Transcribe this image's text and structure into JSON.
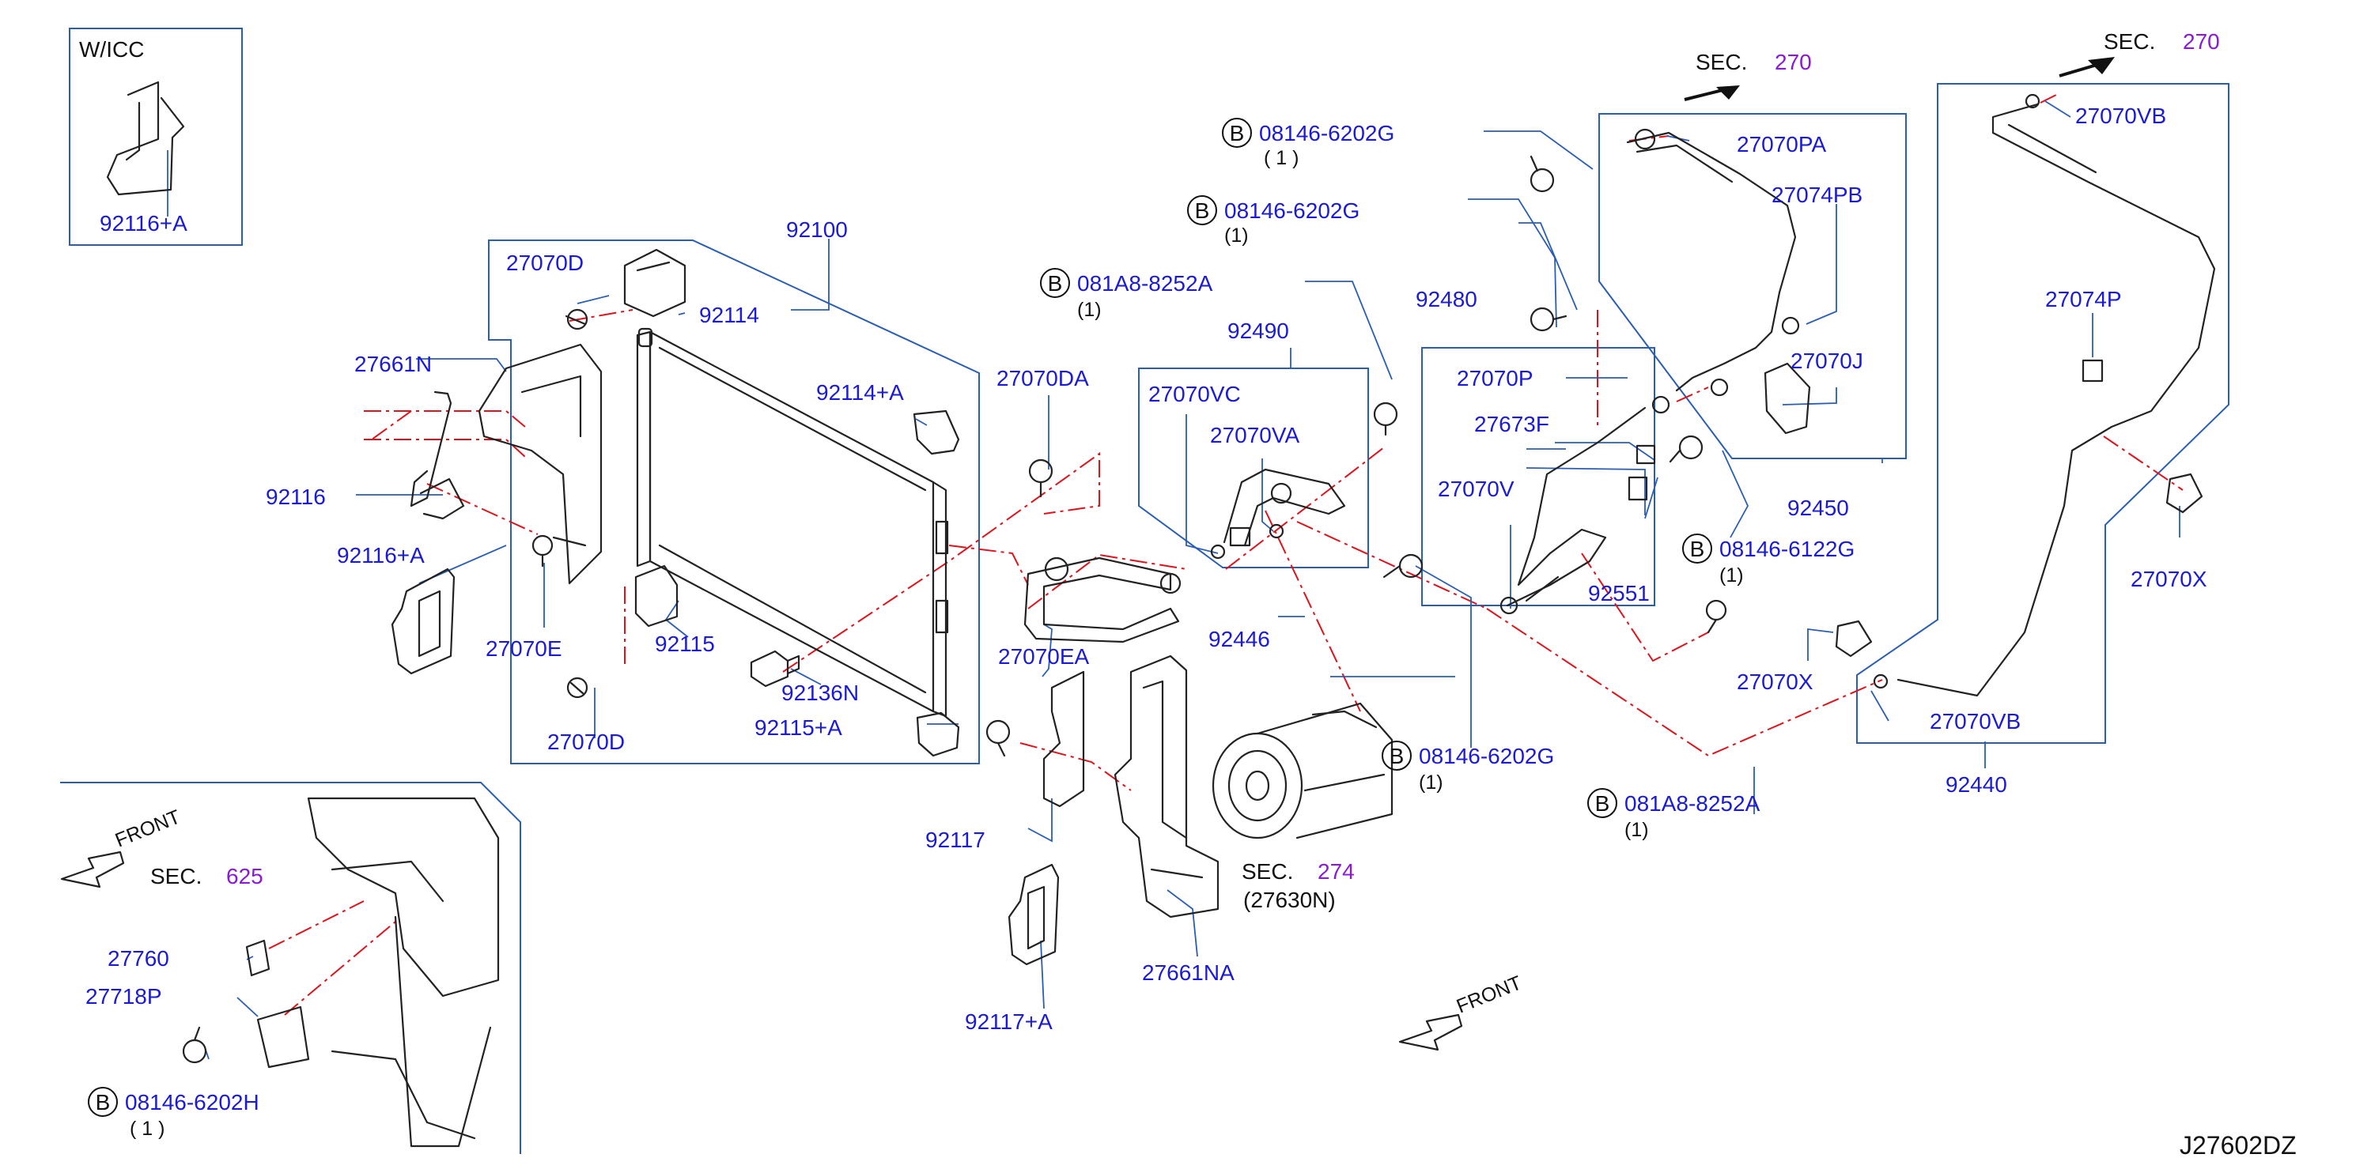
{
  "diagram_id": "J27602DZ",
  "sections": {
    "sec270_a": {
      "prefix": "SEC.",
      "num": "270"
    },
    "sec270_b": {
      "prefix": "SEC.",
      "num": "270"
    },
    "sec274": {
      "prefix": "SEC.",
      "num": "274",
      "sub": "(27630N)"
    },
    "sec625": {
      "prefix": "SEC.",
      "num": "625"
    }
  },
  "inset_wicc": {
    "title": "W/ICC",
    "part": "92116+A"
  },
  "front_labels": [
    "FRONT",
    "FRONT"
  ],
  "bolt_marker": "B",
  "parts": {
    "p92100": "92100",
    "p27070D_top": "27070D",
    "p92114": "92114",
    "p27661N": "27661N",
    "p92116": "92116",
    "p92116A": "92116+A",
    "p27070E": "27070E",
    "p92115": "92115",
    "p92114A": "92114+A",
    "p92136N": "92136N",
    "p92115A": "92115+A",
    "p27070D_bot": "27070D",
    "p27070DA": "27070DA",
    "p27070EA": "27070EA",
    "p92117": "92117",
    "p92117A": "92117+A",
    "p27661NA": "27661NA",
    "p92490": "92490",
    "p27070VC": "27070VC",
    "p27070VA": "27070VA",
    "p92446": "92446",
    "p92480": "92480",
    "p27070P": "27070P",
    "p27673F": "27673F",
    "p27070V": "27070V",
    "p92551": "92551",
    "p27070PA": "27070PA",
    "p27074PB": "27074PB",
    "p27070J": "27070J",
    "p92450": "92450",
    "p27070VB_top": "27070VB",
    "p27074P": "27074P",
    "p27070X_r": "27070X",
    "p27070X_l": "27070X",
    "p27070VB_bot": "27070VB",
    "p92440": "92440",
    "p27760": "27760",
    "p27718P": "27718P"
  },
  "bolts": {
    "b1": {
      "part": "08146-6202G",
      "qty": "( 1 )"
    },
    "b2": {
      "part": "08146-6202G",
      "qty": "(1)"
    },
    "b3": {
      "part": "081A8-8252A",
      "qty": "(1)"
    },
    "b4": {
      "part": "08146-6122G",
      "qty": "(1)"
    },
    "b5": {
      "part": "08146-6202G",
      "qty": "(1)"
    },
    "b6": {
      "part": "081A8-8252A",
      "qty": "(1)"
    },
    "b7": {
      "part": "08146-6202H",
      "qty": "( 1 )"
    }
  },
  "colors": {
    "label": "#1a1ad8",
    "section_num": "#8a1ad8",
    "frame": "#2a5db5",
    "dash": "#e0121b"
  }
}
